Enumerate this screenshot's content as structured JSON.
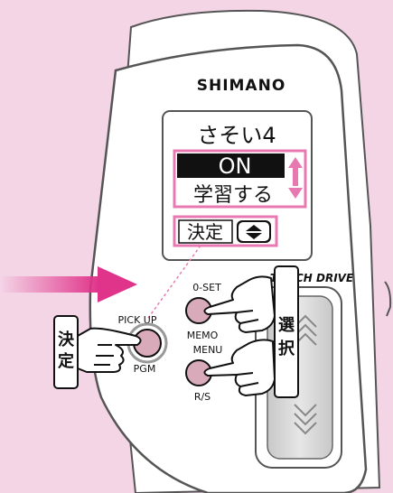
{
  "brand": "SHIMANO",
  "screen": {
    "title": "さそい4",
    "option_selected": "ON",
    "option_next": "学習する",
    "confirm_label": "決定"
  },
  "buttons": {
    "oset_label": "0-SET",
    "memo_label": "MEMO",
    "menu_label": "MENU",
    "rs_label": "R/S",
    "pickup_label": "PICK UP",
    "pgm_label": "PGM"
  },
  "touch_drive": {
    "logo": "TOUCH DRIVE",
    "select_char_1": "選",
    "select_char_2": "択"
  },
  "callouts": {
    "confirm_char_1": "決",
    "confirm_char_2": "定"
  },
  "colors": {
    "background": "#f4d5e6",
    "accent_pink": "#e0338a",
    "highlight_pink": "#e879b0",
    "device_outline": "#555555",
    "lcd_black": "#111111"
  },
  "icons": {
    "arrow": "right-arrow-icon",
    "updown": "up-down-arrows-icon",
    "chevrons": "chevron-up-down-icon",
    "hand": "pointing-hand-icon"
  }
}
